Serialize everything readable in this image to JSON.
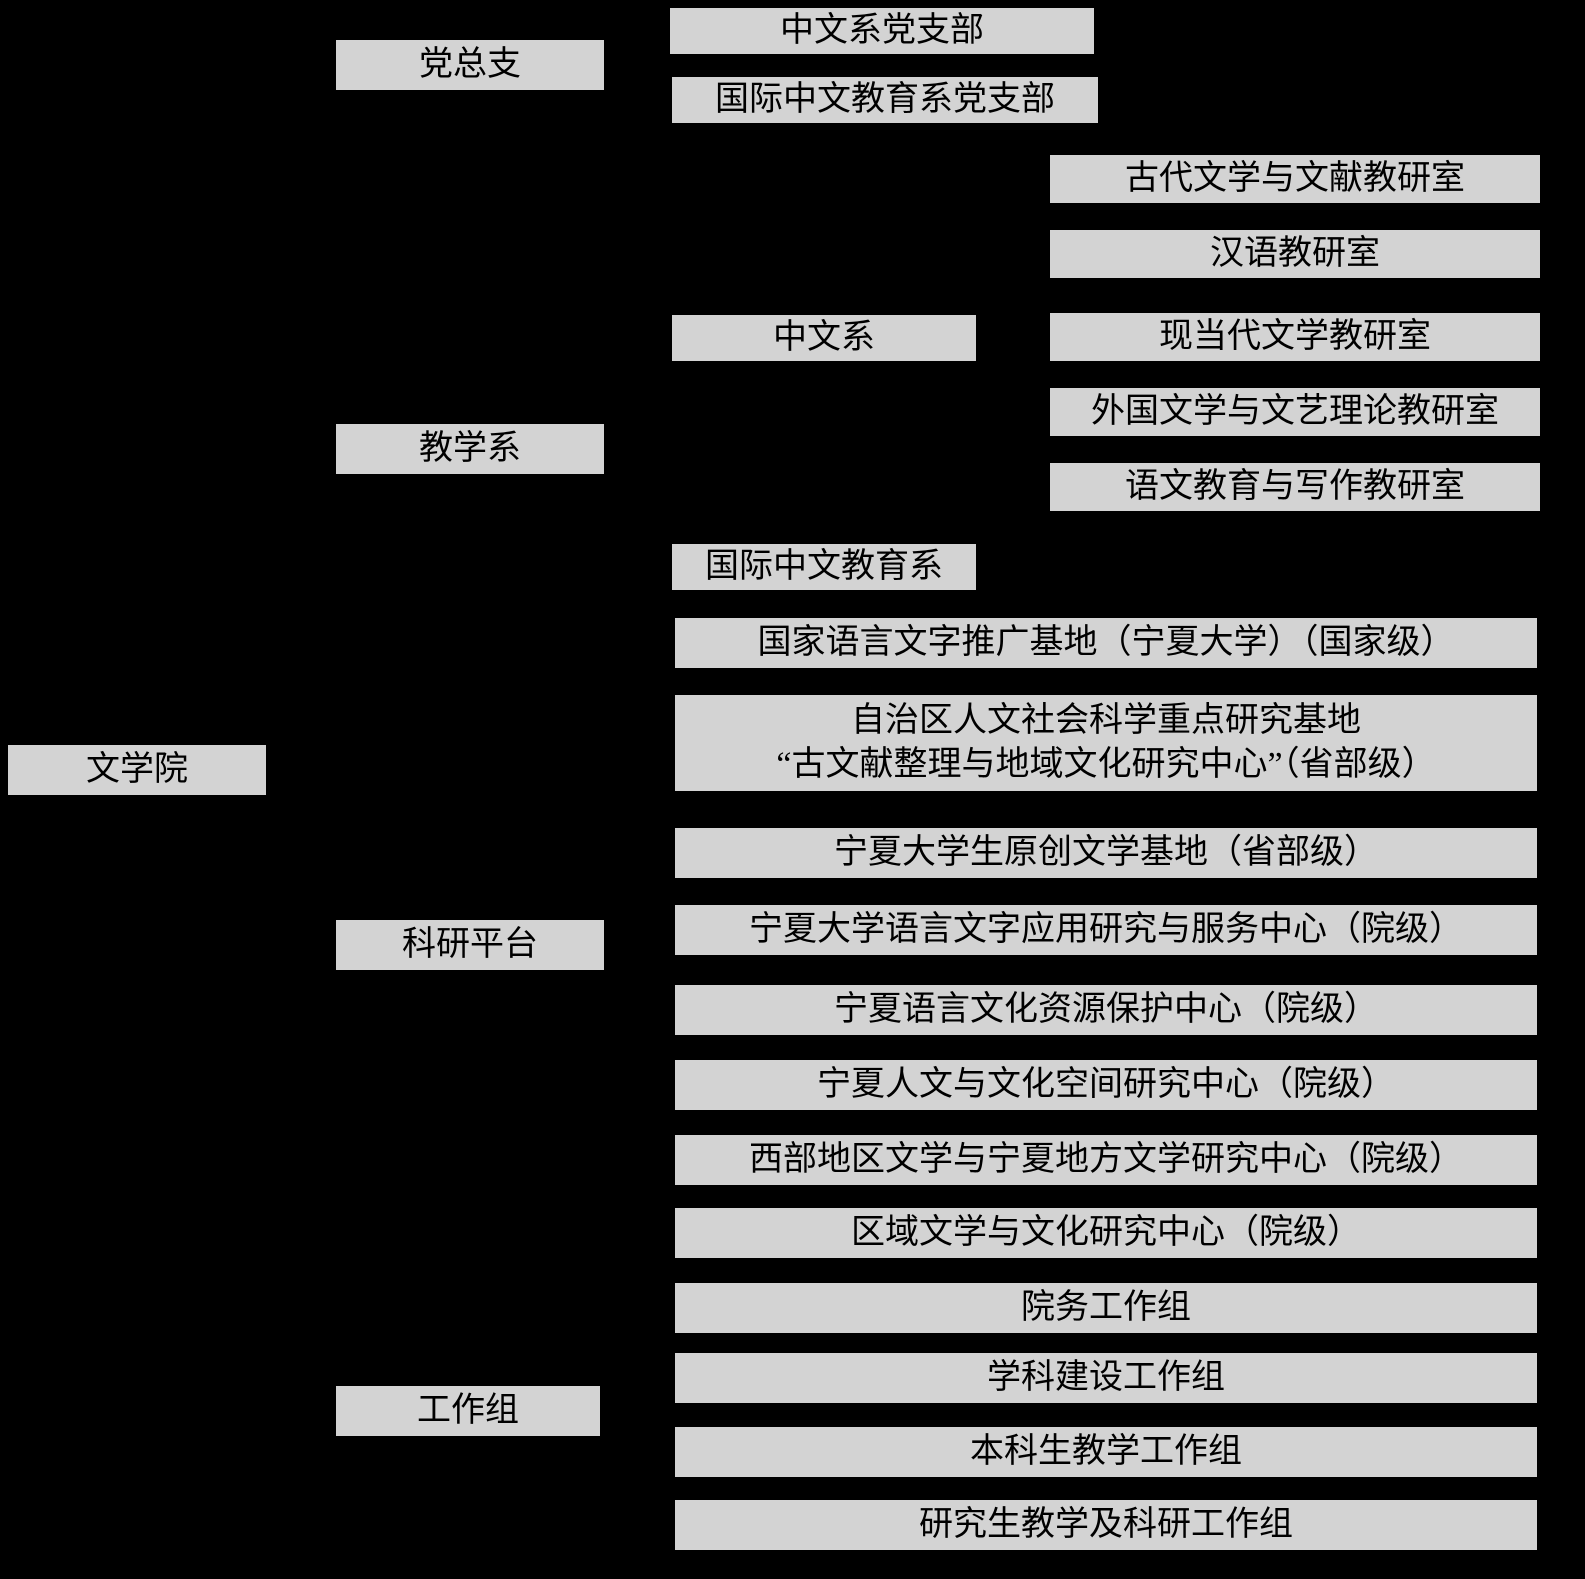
{
  "diagram": {
    "type": "org-chart",
    "colors": {
      "background": "#000000",
      "node_fill": "#d3d3d3",
      "node_text": "#000000"
    },
    "nodes": [
      {
        "label": "文学院",
        "parent": null
      },
      {
        "label": "党总支",
        "parent": "文学院"
      },
      {
        "label": "教学系",
        "parent": "文学院"
      },
      {
        "label": "科研平台",
        "parent": "文学院"
      },
      {
        "label": "工作组",
        "parent": "文学院"
      },
      {
        "label": "中文系党支部",
        "parent": "党总支"
      },
      {
        "label": "国际中文教育系党支部",
        "parent": "党总支"
      },
      {
        "label": "中文系",
        "parent": "教学系"
      },
      {
        "label": "国际中文教育系",
        "parent": "教学系"
      },
      {
        "label": "古代文学与文献教研室",
        "parent": "中文系"
      },
      {
        "label": "汉语教研室",
        "parent": "中文系"
      },
      {
        "label": "现当代文学教研室",
        "parent": "中文系"
      },
      {
        "label": "外国文学与文艺理论教研室",
        "parent": "中文系"
      },
      {
        "label": "语文教育与写作教研室",
        "parent": "中文系"
      },
      {
        "label": "国家语言文字推广基地（宁夏大学）（国家级）",
        "parent": "科研平台"
      },
      {
        "label": "自治区人文社会科学重点研究基地\n“古文献整理与地域文化研究中心”（省部级）",
        "parent": "科研平台"
      },
      {
        "label": "宁夏大学生原创文学基地（省部级）",
        "parent": "科研平台"
      },
      {
        "label": "宁夏大学语言文字应用研究与服务中心（院级）",
        "parent": "科研平台"
      },
      {
        "label": "宁夏语言文化资源保护中心（院级）",
        "parent": "科研平台"
      },
      {
        "label": "宁夏人文与文化空间研究中心（院级）",
        "parent": "科研平台"
      },
      {
        "label": "西部地区文学与宁夏地方文学研究中心（院级）",
        "parent": "科研平台"
      },
      {
        "label": "区域文学与文化研究中心（院级）",
        "parent": "科研平台"
      },
      {
        "label": "院务工作组",
        "parent": "工作组"
      },
      {
        "label": "学科建设工作组",
        "parent": "工作组"
      },
      {
        "label": "本科生教学工作组",
        "parent": "工作组"
      },
      {
        "label": "研究生教学及科研工作组",
        "parent": "工作组"
      }
    ]
  }
}
